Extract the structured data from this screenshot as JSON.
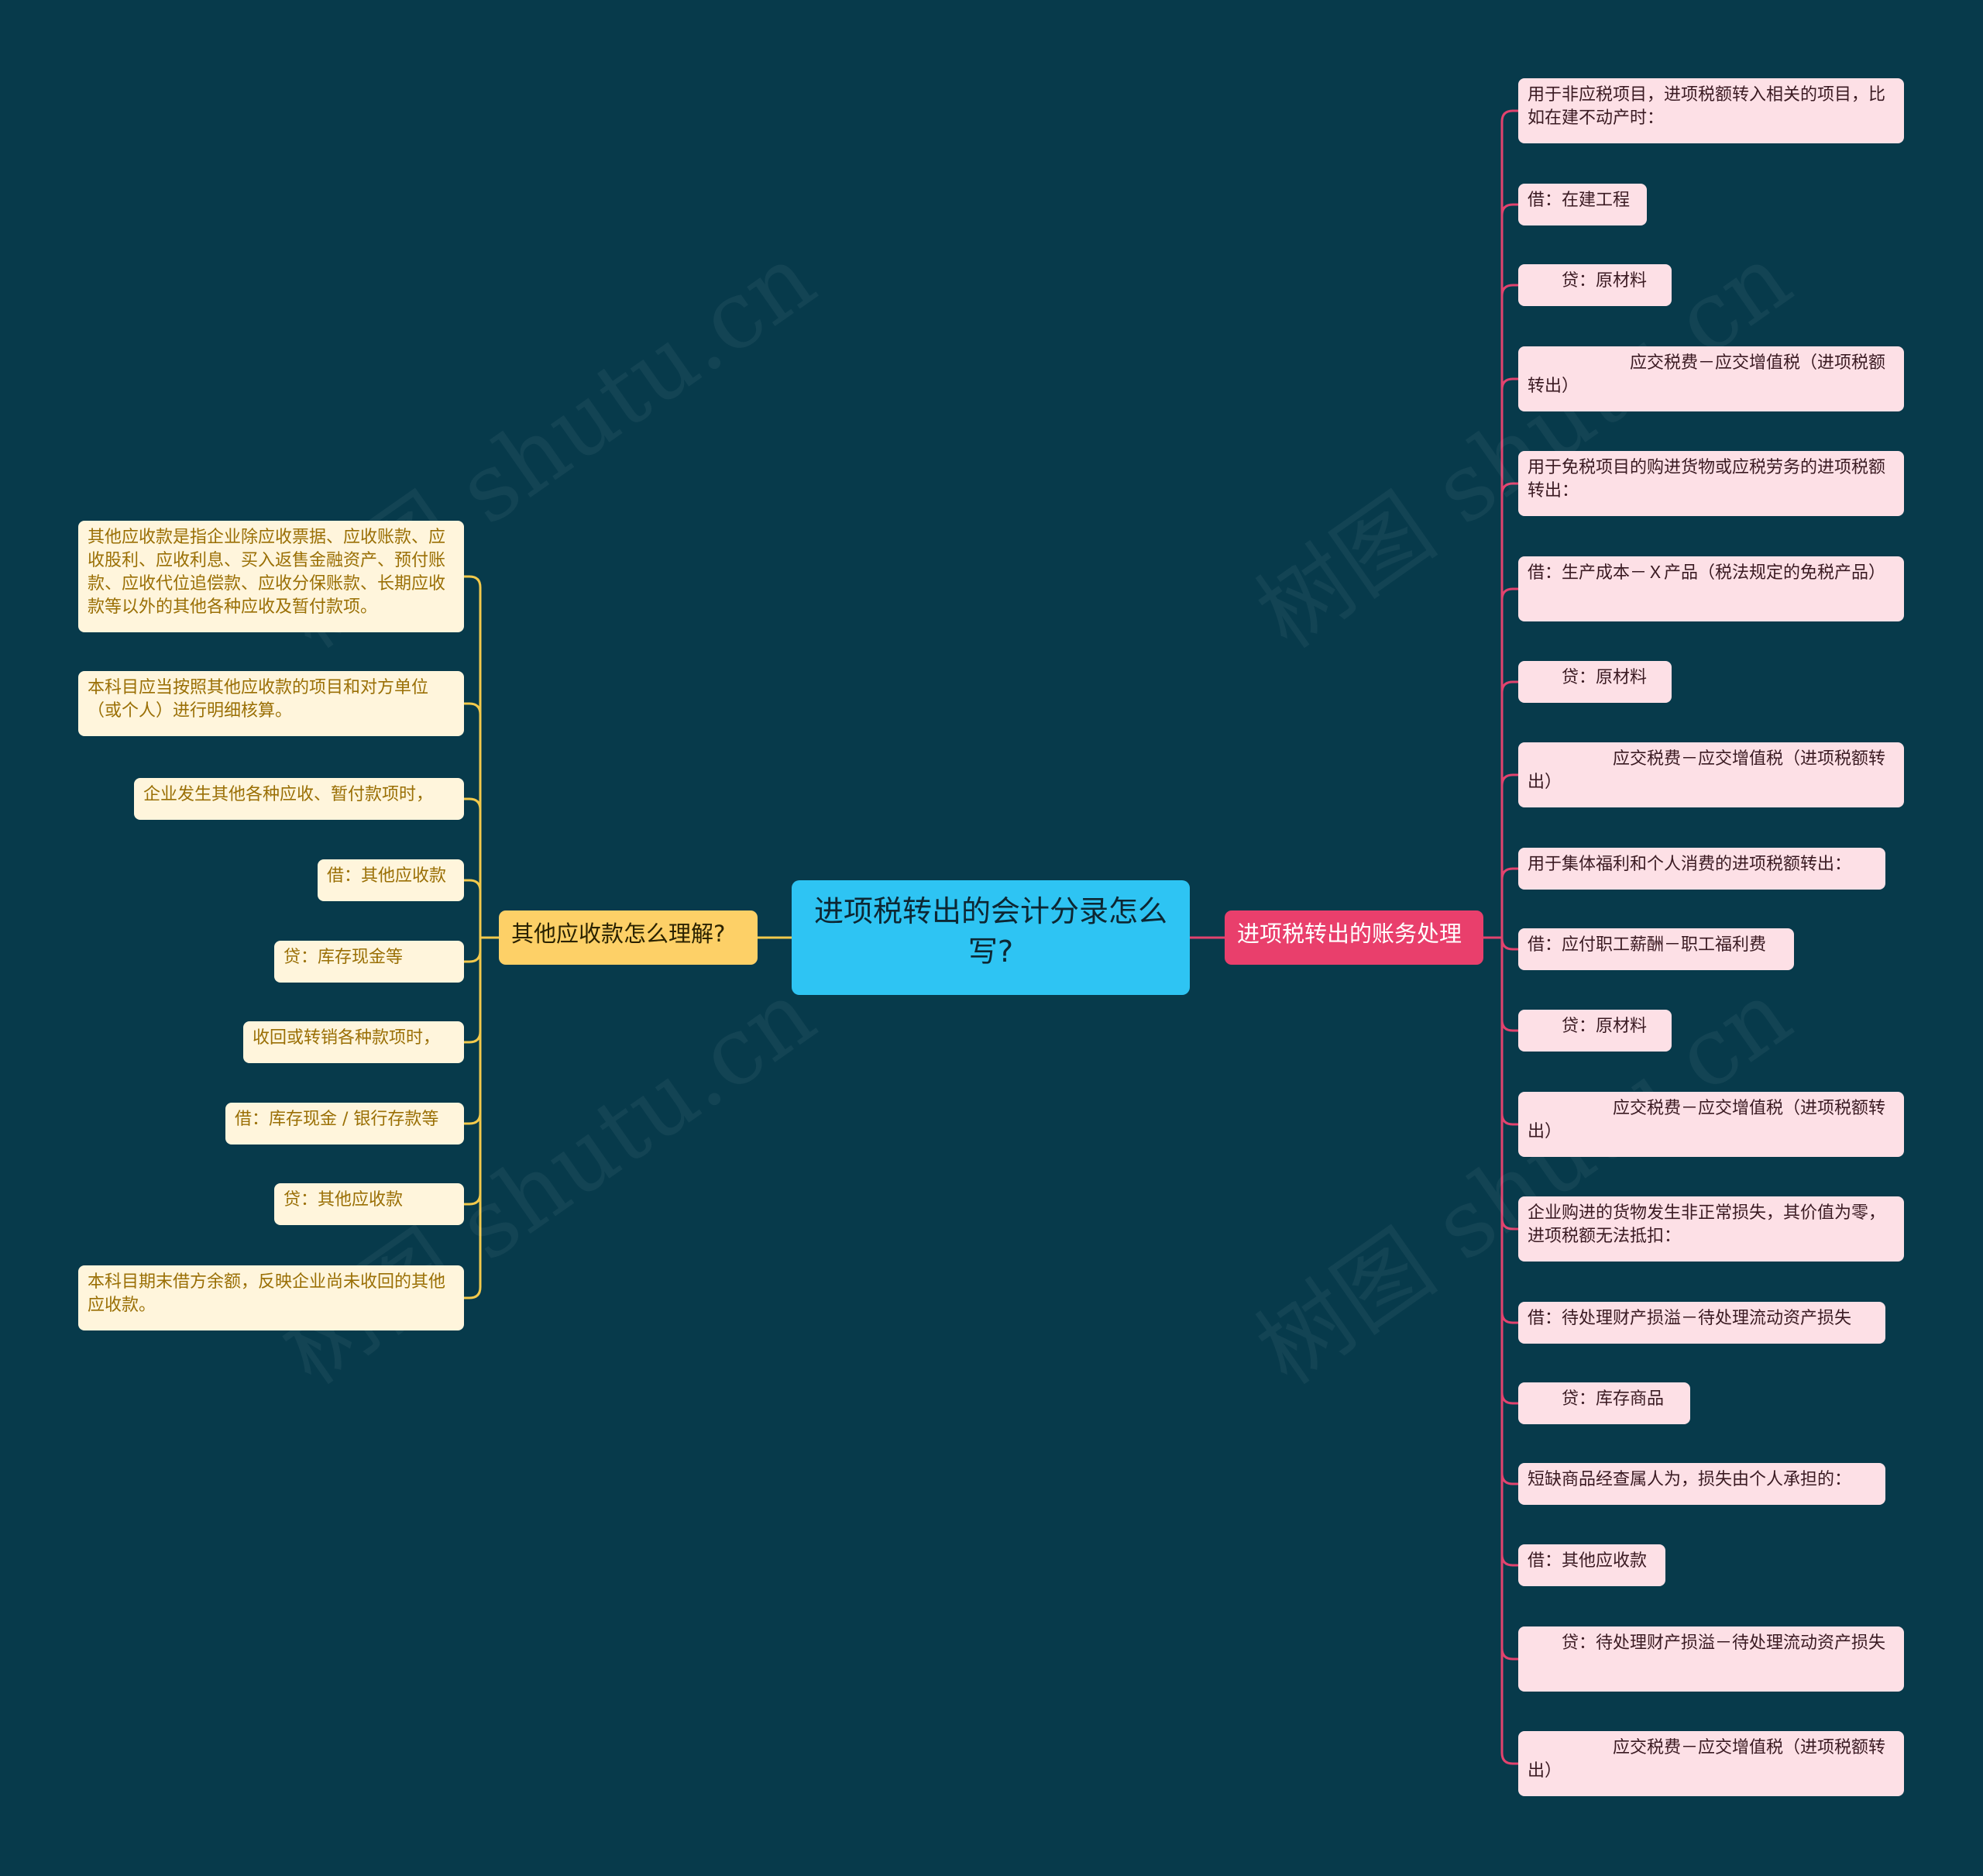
{
  "root": {
    "text": "进项税转出的会计分录怎么写?"
  },
  "left_branch": {
    "label": "其他应收款怎么理解?",
    "items": [
      "其他应收款是指企业除应收票据、应收账款、应收股利、应收利息、买入返售金融资产、预付账款、应收代位追偿款、应收分保账款、长期应收款等以外的其他各种应收及暂付款项。",
      "本科目应当按照其他应收款的项目和对方单位（或个人）进行明细核算。",
      "企业发生其他各种应收、暂付款项时，",
      "借：其他应收款",
      "贷：库存现金等",
      "收回或转销各种款项时，",
      "借：库存现金 / 银行存款等",
      "贷：其他应收款",
      "本科目期末借方余额，反映企业尚未收回的其他应收款。"
    ]
  },
  "right_branch": {
    "label": "进项税转出的账务处理",
    "items": [
      "用于非应税项目，进项税额转入相关的项目，比如在建不动产时：",
      "借：在建工程",
      "　　贷：原材料",
      "　　　　　　应交税费－应交增值税（进项税额转出）",
      "用于免税项目的购进货物或应税劳务的进项税额转出：",
      "借：生产成本－Ｘ产品（税法规定的免税产品）",
      "　　贷：原材料",
      "　　　　　应交税费－应交增值税（进项税额转出）",
      "用于集体福利和个人消费的进项税额转出：",
      "借：应付职工薪酬－职工福利费",
      "　　贷：原材料",
      "　　　　　应交税费－应交增值税（进项税额转出）",
      "企业购进的货物发生非正常损失，其价值为零，进项税额无法抵扣：",
      "借：待处理财产损溢－待处理流动资产损失",
      "　　贷：库存商品",
      "短缺商品经查属人为，损失由个人承担的：",
      "借：其他应收款",
      "　　贷：待处理财产损溢－待处理流动资产损失",
      "　　　　　应交税费－应交增值税（进项税额转出）"
    ]
  },
  "watermark": "树图 shutu.cn",
  "colors": {
    "background": "#073a4b",
    "root": "#2ec4f3",
    "left_branch": "#fdd067",
    "right_branch": "#e93f6c",
    "left_line": "#f2c94c",
    "right_line": "#e2436e"
  }
}
